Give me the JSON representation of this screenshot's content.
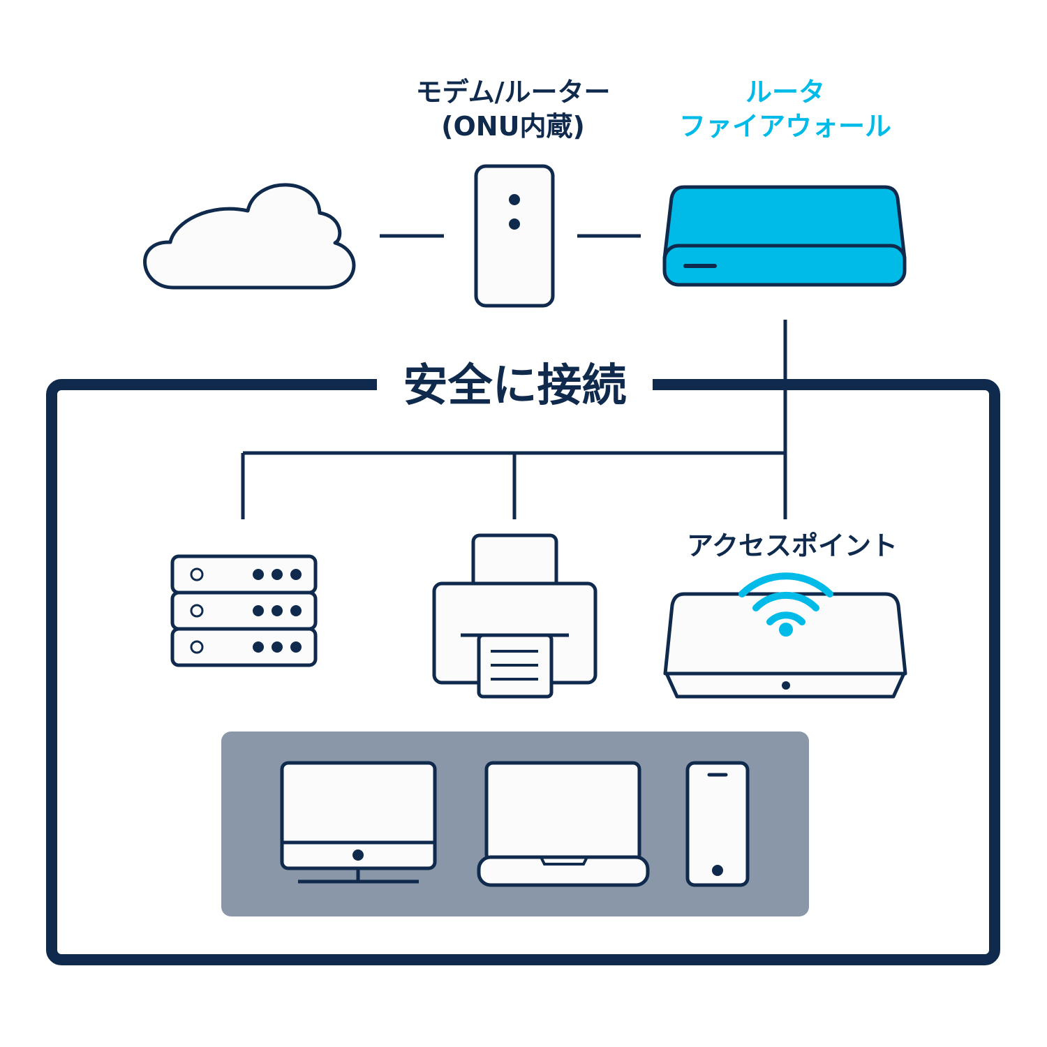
{
  "colors": {
    "navy": "#0f2a4d",
    "cyan": "#00bbe8",
    "device_fill": "#fbfbfb",
    "panel_gray": "#8a97a8",
    "background": "#ffffff"
  },
  "labels": {
    "modem_line1": "モデム/ルーター",
    "modem_line2": "(ONU内蔵)",
    "router_line1": "ルータ",
    "router_line2": "ファイアウォール",
    "secure_zone_title": "安全に接続",
    "access_point": "アクセスポイント"
  },
  "icons": [
    "cloud-icon",
    "modem-icon",
    "router-firewall-icon",
    "server-rack-icon",
    "printer-icon",
    "access-point-icon",
    "wifi-icon",
    "desktop-monitor-icon",
    "laptop-icon",
    "smartphone-icon"
  ]
}
